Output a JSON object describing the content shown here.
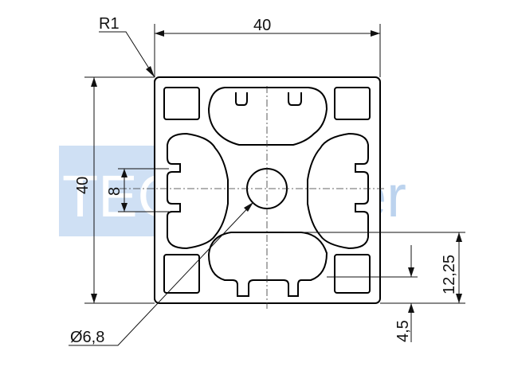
{
  "diagram": {
    "watermark": {
      "part1": "TEC",
      "part2": "walker",
      "color_box": "#cfe0f4",
      "color_text": "#bcd3ee"
    },
    "labels": {
      "radius": "R1",
      "width": "40",
      "height": "40",
      "slot_width": "8",
      "bore": "Ø6,8",
      "slot_depth": "12,25",
      "wall": "4,5"
    },
    "colors": {
      "line": "#000000",
      "background": "#ffffff"
    }
  }
}
